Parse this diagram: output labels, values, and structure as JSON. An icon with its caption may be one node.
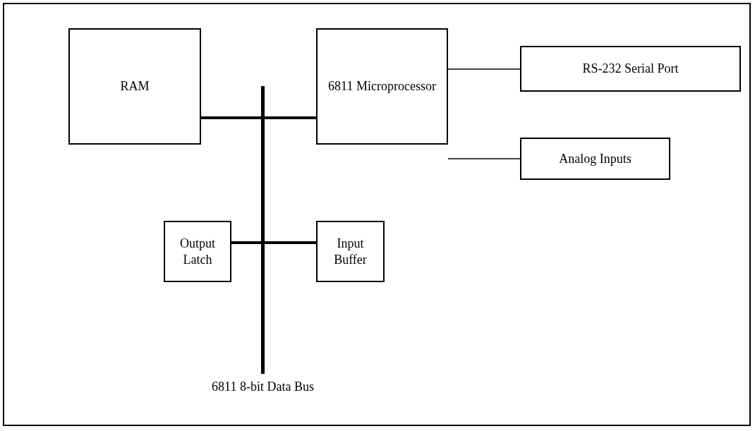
{
  "diagram": {
    "nodes": [
      {
        "text": [
          "RAM"
        ]
      },
      {
        "text": [
          "6811 Microprocessor"
        ]
      },
      {
        "text": [
          "RS-232 Serial Port"
        ]
      },
      {
        "text": [
          "Analog Inputs"
        ]
      },
      {
        "text": [
          "Output Latch"
        ]
      },
      {
        "text": [
          "Input Buffer"
        ]
      },
      {
        "text": [],
        "shape": "bar",
        "beside": [
          "6811 8-bit Data Bus"
        ]
      }
    ],
    "edges": [
      {
        "from": 0,
        "to": 6,
        "arrow": "none"
      },
      {
        "from": 6,
        "to": 1,
        "arrow": "none"
      },
      {
        "from": 1,
        "to": 2,
        "arrow": "none"
      },
      {
        "from": 1,
        "to": 3,
        "arrow": "none"
      },
      {
        "from": 4,
        "to": 6,
        "arrow": "none"
      },
      {
        "from": 6,
        "to": 5,
        "arrow": "none"
      }
    ]
  }
}
